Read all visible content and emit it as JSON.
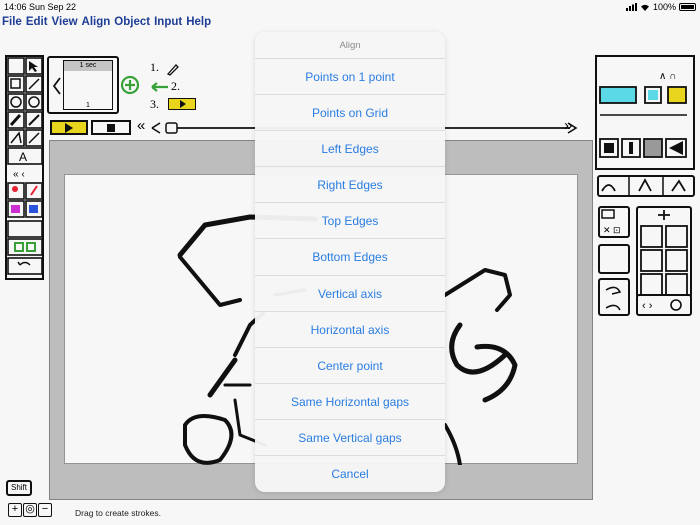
{
  "status": {
    "time_date": "14:06  Sun Sep 22",
    "battery": "100%"
  },
  "menu": {
    "items": [
      "File",
      "Edit",
      "View",
      "Align",
      "Object",
      "Input",
      "Help"
    ]
  },
  "frame_panel": {
    "duration": "1 sec",
    "frame_number": "1"
  },
  "steps": {
    "one": "1.",
    "two": "2.",
    "three": "3."
  },
  "timeline": {
    "rewind_label": "«",
    "forward_label": "»"
  },
  "align_sheet": {
    "title": "Align",
    "options": [
      "Points on 1 point",
      "Points on Grid",
      "Left Edges",
      "Right Edges",
      "Top Edges",
      "Bottom Edges",
      "Vertical axis",
      "Horizontal axis",
      "Center point",
      "Same Horizontal gaps",
      "Same Vertical gaps"
    ],
    "cancel": "Cancel"
  },
  "footer": {
    "hint": "Drag to create strokes.",
    "shift": "Shift"
  },
  "colors": {
    "accent": "#2a7de1",
    "menu": "#1f3f99",
    "yellow": "#f2dc1f",
    "cyan": "#5fe0ef",
    "green": "#3aa83a"
  }
}
